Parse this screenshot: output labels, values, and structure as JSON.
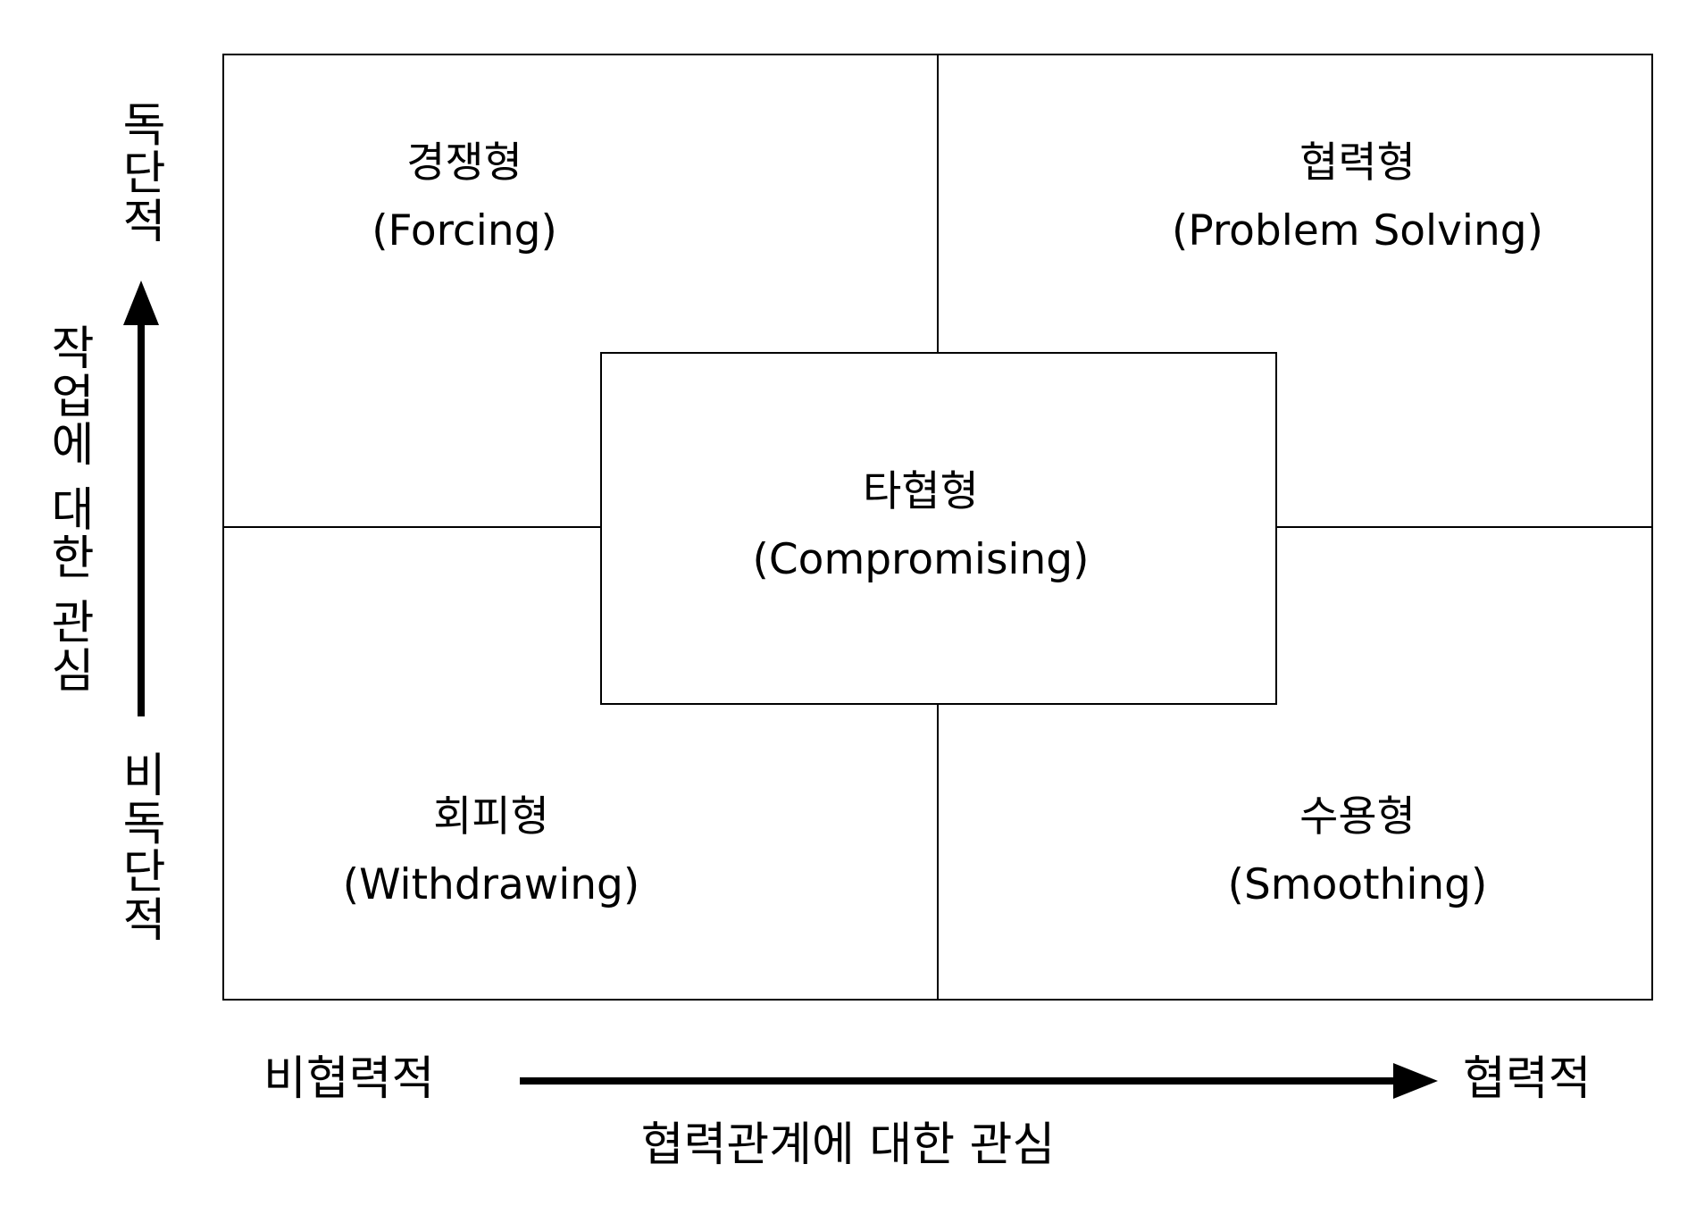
{
  "quadrants": {
    "top_left": {
      "korean": "경쟁형",
      "english": "(Forcing)"
    },
    "top_right": {
      "korean": "협력형",
      "english": "(Problem Solving)"
    },
    "center": {
      "korean": "타협형",
      "english": "(Compromising)"
    },
    "bottom_left": {
      "korean": "회피형",
      "english": "(Withdrawing)"
    },
    "bottom_right": {
      "korean": "수용형",
      "english": "(Smoothing)"
    }
  },
  "x_axis": {
    "low_label": "비협력적",
    "high_label": "협력적",
    "title": "협력관계에 대한 관심"
  },
  "y_axis": {
    "high_label": "독단적",
    "low_label": "비독단적",
    "title": "작업에 대한 관심"
  },
  "colors": {
    "line": "#000000",
    "background": "#ffffff"
  }
}
